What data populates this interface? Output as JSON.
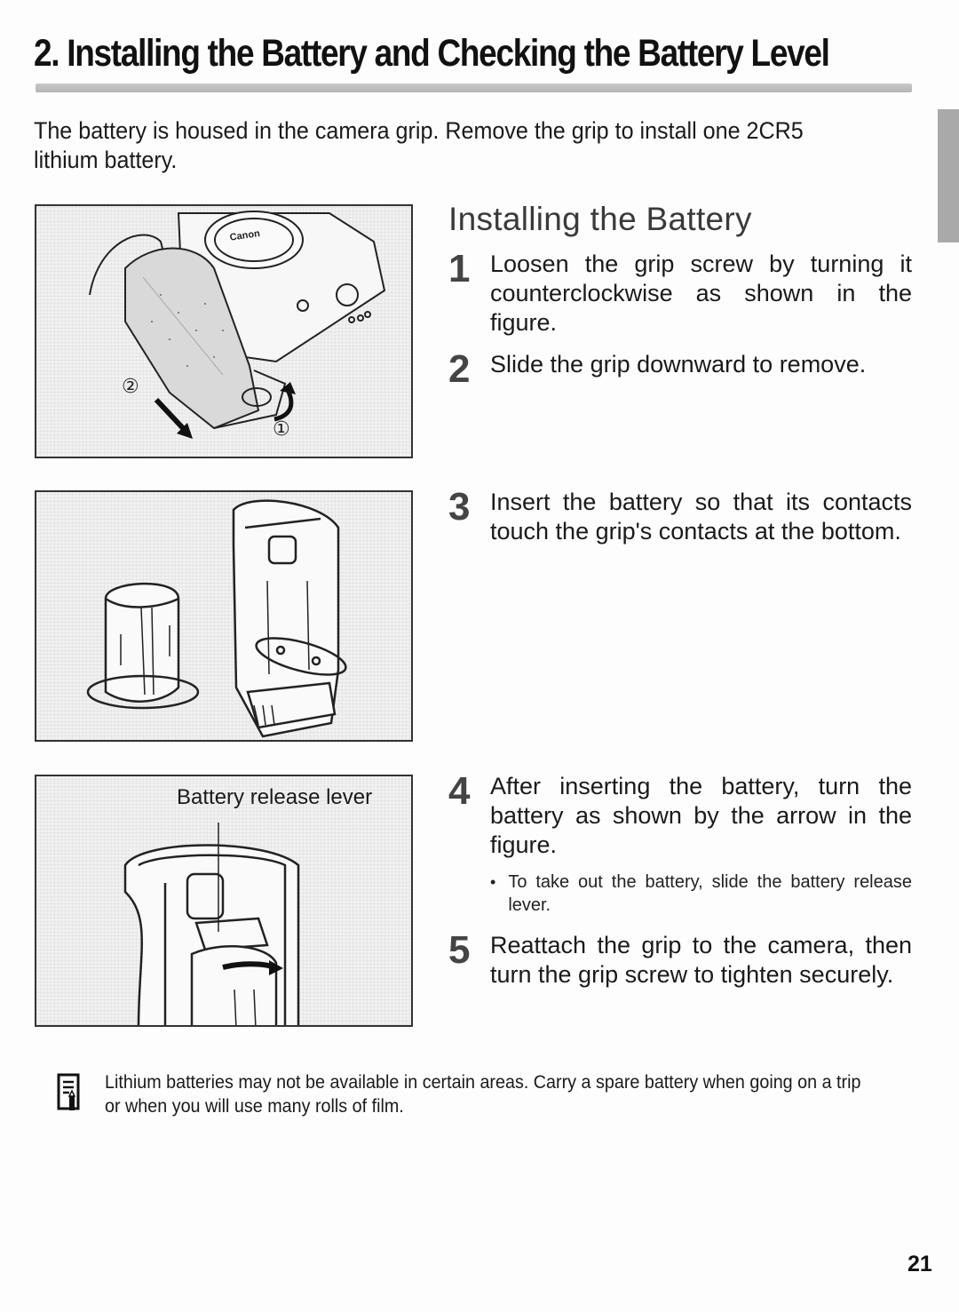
{
  "page": {
    "title": "2. Installing the Battery and Checking the Battery Level",
    "intro": "The battery is housed in the camera grip. Remove the grip to install one 2CR5 lithium battery.",
    "page_number": "21"
  },
  "section": {
    "heading": "Installing the Battery",
    "steps": [
      {
        "number": "1",
        "text": "Loosen the grip screw by turning it counterclockwise as shown in the figure."
      },
      {
        "number": "2",
        "text": "Slide the grip downward to remove."
      },
      {
        "number": "3",
        "text": "Insert the battery so that its contacts touch the grip's contacts at the bottom."
      },
      {
        "number": "4",
        "text": "After inserting the battery, turn the battery as shown by the arrow in the figure.",
        "bullet": "To take out the battery, slide the battery release lever."
      },
      {
        "number": "5",
        "text": "Reattach the grip to the camera, then turn the grip screw to tighten securely."
      }
    ]
  },
  "figures": [
    {
      "name": "camera-grip-removal",
      "callouts": [
        "①",
        "②"
      ],
      "brand_mark": "Canon"
    },
    {
      "name": "battery-and-grip-contacts"
    },
    {
      "name": "battery-release-lever",
      "label": "Battery release lever"
    }
  ],
  "note": {
    "icon": "memo-pencil-icon",
    "text": "Lithium batteries may not be available in certain areas. Carry a spare battery when going on a trip or when you will use many rolls of film."
  },
  "colors": {
    "title_rule": "#b9b9b9",
    "side_tab": "#a9a9a9",
    "heading": "#3a3a3a"
  }
}
